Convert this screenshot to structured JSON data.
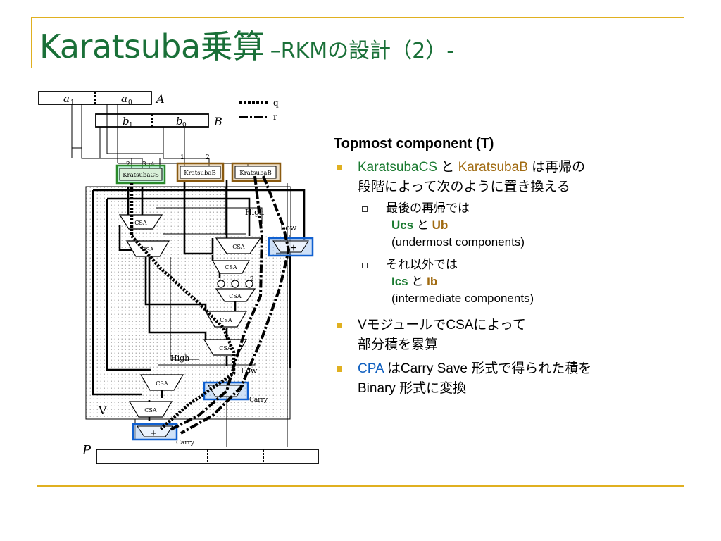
{
  "title": {
    "main": "Karatsuba乗算",
    "sub": "–RKMの設計（2）-"
  },
  "colors": {
    "title": "#1a7038",
    "rule": "#e0b020",
    "green": "#1a7a30",
    "gold": "#a06a10",
    "blue": "#1060c0"
  },
  "diagram": {
    "a1": "a",
    "a1_sub": "1",
    "a0": "a",
    "a0_sub": "0",
    "A": "A",
    "b1": "b",
    "b1_sub": "1",
    "b0": "b",
    "b0_sub": "0",
    "B": "B",
    "legend_q": "q",
    "legend_r": "r",
    "wire_2a": "2",
    "wire_3": "3",
    "wire_4": "4",
    "wire_1": "1",
    "wire_2b": "2",
    "wire_2c": "2",
    "box_cs": "KratsubaCS",
    "box_b1": "KratsubaB",
    "box_b2": "KratsubaB",
    "csa": "CSA",
    "high": "High",
    "low": "Low",
    "carry": "Carry",
    "plus": "+",
    "V": "V",
    "P": "P"
  },
  "content": {
    "heading": "Topmost component (T)",
    "b1_t1": "KaratsubaCS",
    "b1_t2": " と ",
    "b1_t3": "KaratsubaB",
    "b1_t4": " は再帰の",
    "b1_l2": "段階によって次のように置き換える",
    "sub1_l1": "最後の再帰では",
    "sub1_a": "Ucs",
    "sub1_and": " と ",
    "sub1_b": "Ub",
    "sub1_desc": "(undermost components)",
    "sub2_l1": "それ以外では",
    "sub2_a": "Ics",
    "sub2_and": " と ",
    "sub2_b": "Ib",
    "sub2_desc": "(intermediate components)",
    "b2_l1": "VモジュールでCSAによって",
    "b2_l2": "部分積を累算",
    "b3_t1": "CPA",
    "b3_t2": " はCarry Save 形式で得られた積を",
    "b3_l2": "Binary 形式に変換"
  }
}
